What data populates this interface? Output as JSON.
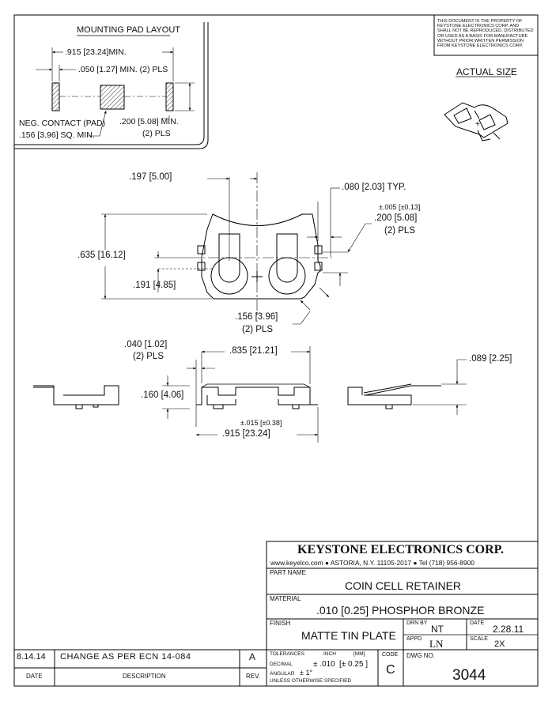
{
  "notice": [
    "THIS DOCUMENT IS THE PROPERTY OF",
    "KEYSTONE ELECTRONICS CORP. AND",
    "SHALL NOT BE REPRODUCED, DISTRIBUTED",
    "OR USED AS A BASIS FOR MANUFACTURE",
    "WITHOUT PRIOR WRITTEN PERMISSION",
    "FROM KEYSTONE ELECTRONICS CORP."
  ],
  "actual_size": "ACTUAL SIZE",
  "pad_layout": {
    "title": "MOUNTING PAD LAYOUT",
    "dim_width": ".915 [23.24]MIN.",
    "dim_pad_width": ".050 [1.27] MIN. (2) PLS",
    "neg_contact": "NEG. CONTACT (PAD)",
    "neg_contact_size": ".156 [3.96] SQ. MIN.",
    "dim_pad_height": ".200 [5.08] MIN.",
    "dim_pad_height_pls": "(2) PLS"
  },
  "top_view": {
    "dim_197": ".197 [5.00]",
    "dim_080": ".080 [2.03] TYP.",
    "tol_005": "±.005 [±0.13]",
    "dim_200": ".200 [5.08]",
    "dim_200_pls": "(2) PLS",
    "dim_635": ".635 [16.12]",
    "dim_191": ".191 [4.85]",
    "dim_156": ".156 [3.96]",
    "dim_156_pls": "(2) PLS"
  },
  "side_view": {
    "dim_040": ".040 [1.02]",
    "dim_040_pls": "(2) PLS",
    "dim_835": ".835 [21.21]",
    "dim_160": ".160 [4.06]",
    "tol_015": "±.015 [±0.38]",
    "dim_915": ".915 [23.24]",
    "dim_089": ".089 [2.25]"
  },
  "title_block": {
    "company": "KEYSTONE ELECTRONICS CORP.",
    "website": "www.keyelco.com",
    "address": "ASTORIA, N.Y. 11105-2017",
    "tel": "Tel (718) 956-8900",
    "part_name_label": "PART NAME",
    "part_name": "COIN CELL RETAINER",
    "material_label": "MATERIAL",
    "material": ".010 [0.25] PHOSPHOR BRONZE",
    "finish_label": "FINISH",
    "finish": "MATTE TIN PLATE",
    "drn_by_label": "DRN BY",
    "drn_by": "NT",
    "date_label": "DATE",
    "date": "2.28.11",
    "appd_label": "APPD",
    "appd": "LN",
    "scale_label": "SCALE",
    "scale": "2X",
    "tolerances_label": "TOLERANCES",
    "inch_label": "INCH",
    "mm_label": "[MM]",
    "code_label": "CODE",
    "decimal_label": "DECIMAL",
    "decimal_tol": "± .010",
    "decimal_tol_mm": "[± 0.25 ]",
    "angular_label": "ANGULAR",
    "angular_tol": "± 1°",
    "unless": "UNLESS OTHERWISE SPECIFIED",
    "code": "C",
    "dwg_no_label": "DWG NO.",
    "dwg_no": "3044"
  },
  "revision": {
    "date": "8.14.14",
    "description": "CHANGE AS PER ECN 14-084",
    "rev": "A",
    "date_header": "DATE",
    "description_header": "DESCRIPTION",
    "rev_header": "REV."
  }
}
